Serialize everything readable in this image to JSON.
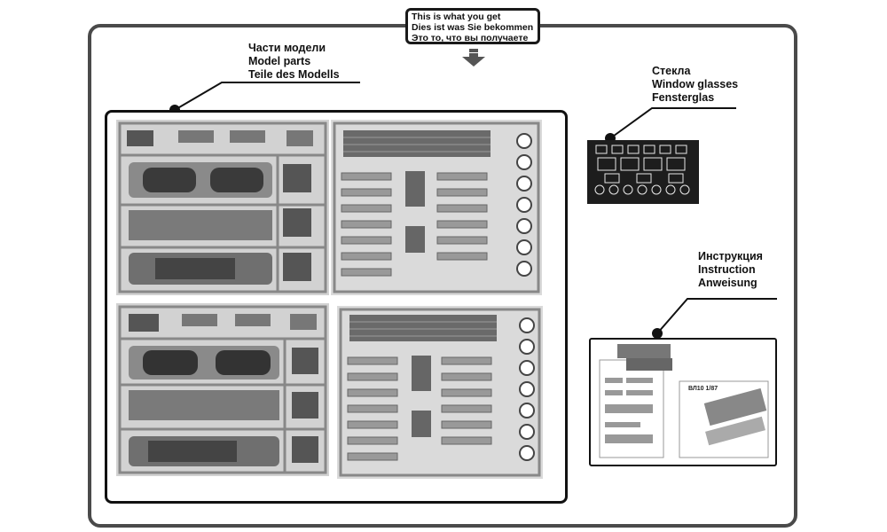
{
  "header": {
    "lines": [
      "This is what you get",
      "Dies ist was Sie bekommen",
      "Это то, что вы получаете"
    ]
  },
  "model_parts": {
    "lines": [
      "Части модели",
      "Model parts",
      "Teile des Modells"
    ]
  },
  "window_glasses": {
    "lines": [
      "Стекла",
      "Window glasses",
      "Fensterglas"
    ]
  },
  "instruction": {
    "lines": [
      "Инструкция",
      "Instruction",
      "Anweisung"
    ],
    "sheet_title": "ВЛ10 1/87"
  },
  "colors": {
    "frame": "#4a4a4a",
    "sprue": "#bdbdbd",
    "part": "#8c8c8c",
    "glass": "#1d1d1d"
  }
}
